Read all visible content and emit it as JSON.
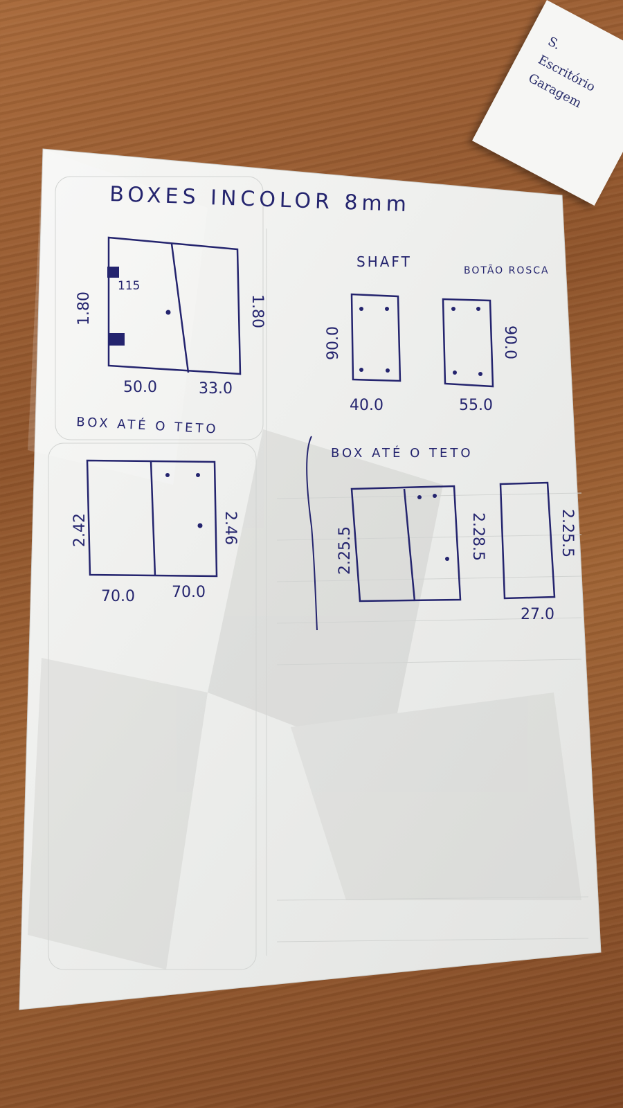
{
  "sheet": {
    "title": "BOXES INCOLOR 8mm",
    "top_left": {
      "height_left": "1.80",
      "height_right": "1.80",
      "width_left": "50.0",
      "width_right": "33.0",
      "mark": "115"
    },
    "shaft": {
      "label": "SHAFT",
      "height": "90.0",
      "width": "40.0"
    },
    "botao_rosca": {
      "label": "BOTÃO ROSCA",
      "height": "90.0",
      "width": "55.0"
    },
    "left_lower": {
      "caption": "BOX ATÉ O TETO",
      "height_left": "2.42",
      "height_right": "2.46",
      "width_left": "70.0",
      "width_right": "70.0"
    },
    "right_lower": {
      "caption": "BOX ATÉ O TETO",
      "height_left": "2.25.5",
      "height_right": "2.28.5",
      "small_height": "2.25.5",
      "small_width": "27.0"
    }
  },
  "side_note": {
    "lines": [
      "S.",
      "Escritório",
      "Garagem"
    ]
  },
  "colors": {
    "ink": "#24246e",
    "paper": "#f4f4f2",
    "wood": "#8e532a"
  }
}
